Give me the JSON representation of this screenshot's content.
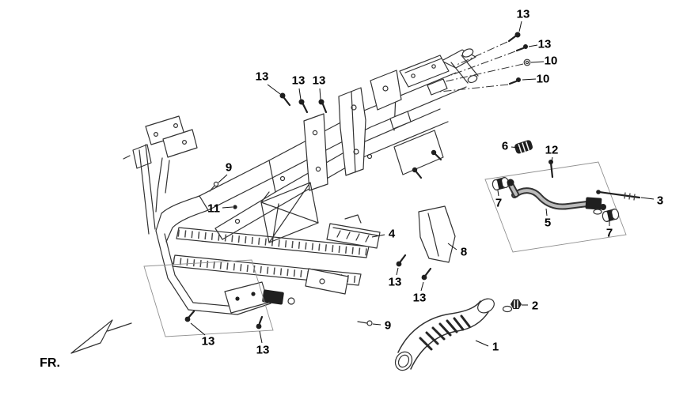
{
  "diagram": {
    "fr_label": "FR.",
    "callouts": [
      {
        "label": "13"
      },
      {
        "label": "13"
      },
      {
        "label": "10"
      },
      {
        "label": "10"
      },
      {
        "label": "13"
      },
      {
        "label": "13"
      },
      {
        "label": "13"
      },
      {
        "label": "9"
      },
      {
        "label": "11"
      },
      {
        "label": "6"
      },
      {
        "label": "12"
      },
      {
        "label": "7"
      },
      {
        "label": "5"
      },
      {
        "label": "7"
      },
      {
        "label": "3"
      },
      {
        "label": "4"
      },
      {
        "label": "8"
      },
      {
        "label": "13"
      },
      {
        "label": "13"
      },
      {
        "label": "2"
      },
      {
        "label": "1"
      },
      {
        "label": "9"
      },
      {
        "label": "13"
      },
      {
        "label": "13"
      }
    ]
  }
}
